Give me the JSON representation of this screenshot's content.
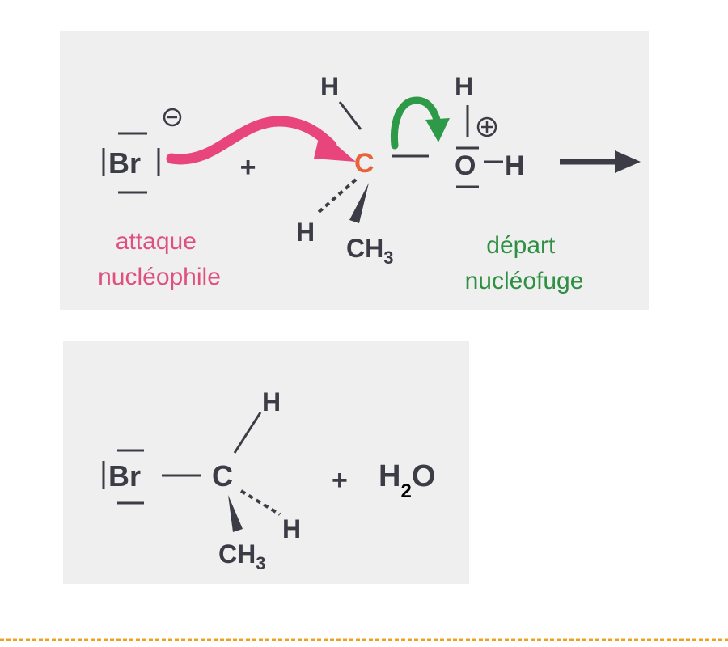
{
  "step1": {
    "nucleophile": {
      "symbol": "Br",
      "charge": "⊖"
    },
    "plus": "+",
    "center": {
      "symbol": "C",
      "h_top": "H",
      "h_left": "H",
      "substituent": "CH",
      "sub_index": "3"
    },
    "leaving_group": {
      "h_top": "H",
      "charge": "⊕",
      "o": "O",
      "h_right": "H"
    },
    "label_attack": [
      "attaque",
      "nucléophile"
    ],
    "label_departure": [
      "départ",
      "nucléofuge"
    ]
  },
  "step2": {
    "br": "Br",
    "c": "C",
    "h_top": "H",
    "h_right": "H",
    "substituent": "CH",
    "sub_index": "3",
    "plus": "+",
    "water_h": "H",
    "water_index": "2",
    "water_o": "O"
  },
  "colors": {
    "attack_arrow": "#e8457c",
    "attack_text": "#e0507f",
    "departure_arrow": "#2e9a48",
    "departure_text": "#2f8f43",
    "carbon_center": "#e8623a",
    "panel_background": "#efefef",
    "divider": "#f0a020",
    "ink": "#3c3c46"
  }
}
